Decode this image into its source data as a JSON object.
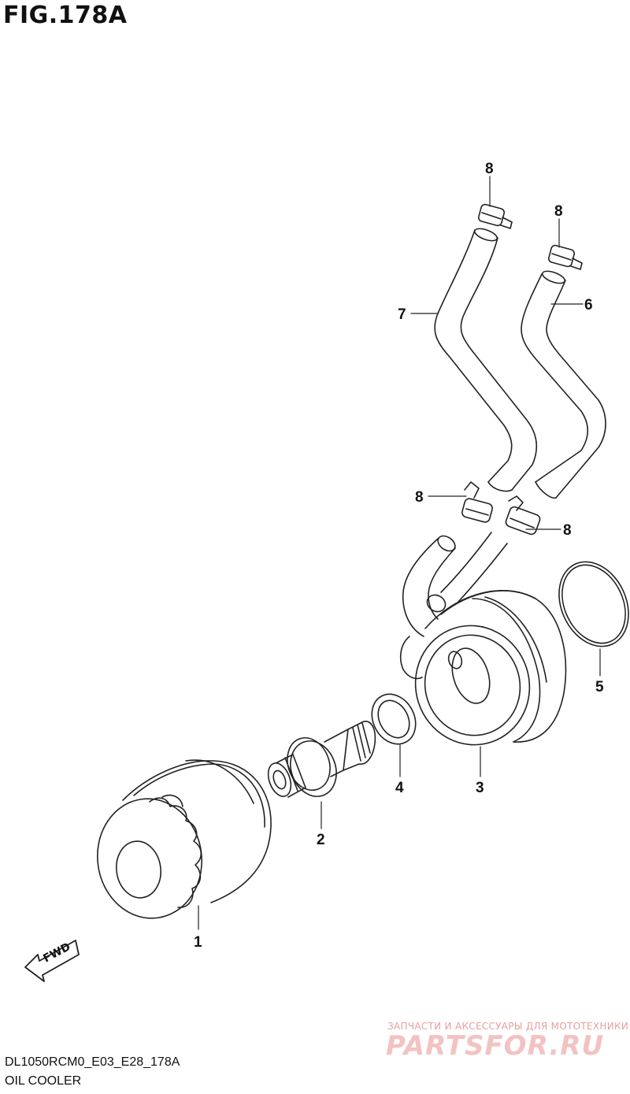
{
  "figure": {
    "title": "FIG.178A",
    "code": "DL1050RCM0_E03_E28_178A",
    "section": "OIL COOLER"
  },
  "callouts": {
    "part1": "1",
    "part2": "2",
    "part3": "3",
    "part4": "4",
    "part5": "5",
    "part6": "6",
    "part7": "7",
    "part8a": "8",
    "part8b": "8",
    "part8c": "8",
    "part8d": "8"
  },
  "fwd_marker": {
    "label": "FWD"
  },
  "watermark": {
    "subtitle": "ЗАПЧАСТИ И АКСЕССУАРЫ ДЛЯ МОТОТЕХНИКИ",
    "logo": "PARTSFOR.RU"
  }
}
